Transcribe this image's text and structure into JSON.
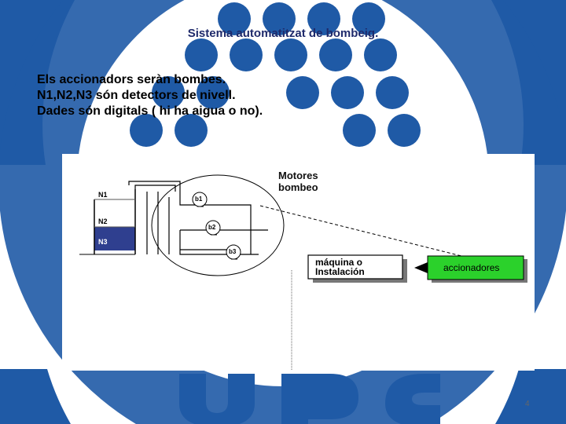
{
  "slide": {
    "title": "Sistema automatitzat de bombeig.",
    "body_lines": [
      "Els accionadors seràn bombes.",
      "N1,N2,N3 són detectors de nivell.",
      "Dades són digitals  ( hi ha aigua o no)."
    ],
    "page_number": "4"
  },
  "diagram": {
    "motors_label_line1": "Motores",
    "motors_label_line2": "bombeo",
    "level_labels": [
      "N1",
      "N2",
      "N3"
    ],
    "pump_labels": [
      "b1",
      "b2",
      "b3"
    ],
    "machine_label_line1": "máquina o",
    "machine_label_line2": "Instalación",
    "actuators_label": "accionadores"
  },
  "colors": {
    "title": "#1f2a6b",
    "watermark": "#1f5aa6",
    "tank_water": "#2f3f8f",
    "actuators_box": "#2bd12b"
  }
}
